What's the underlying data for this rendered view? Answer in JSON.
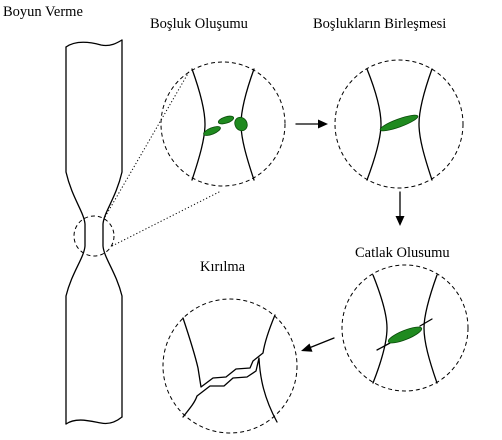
{
  "labels": {
    "necking": "Boyun Verme",
    "void_formation": "Boşluk Oluşumu",
    "void_coalescence": "Boşlukların Birleşmesi",
    "crack_formation": "Catlak Olusumu",
    "fracture": "Kırılma"
  },
  "colors": {
    "void": "#1f8a1f",
    "void_stroke": "#0a4a0a",
    "line": "#000000"
  }
}
